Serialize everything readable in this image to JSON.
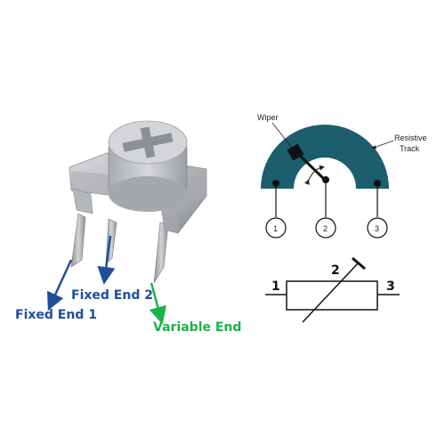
{
  "labels": {
    "fixed_end_1": "Fixed End 1",
    "fixed_end_2": "Fixed End 2",
    "variable_end": "Variable End",
    "wiper": "Wiper",
    "resistive_track_1": "Resistive",
    "resistive_track_2": "Track"
  },
  "pins": [
    "1",
    "2",
    "3"
  ],
  "symbol_pins": [
    "1",
    "2",
    "3"
  ],
  "colors": {
    "fixed_arrow": "#1f4e9a",
    "variable_arrow": "#1bb24b",
    "track": "#1d5e6e",
    "body": "#b9bcc0"
  },
  "icons": {
    "component": "trimmer-potentiometer-icon",
    "symbol": "variable-resistor-symbol"
  }
}
